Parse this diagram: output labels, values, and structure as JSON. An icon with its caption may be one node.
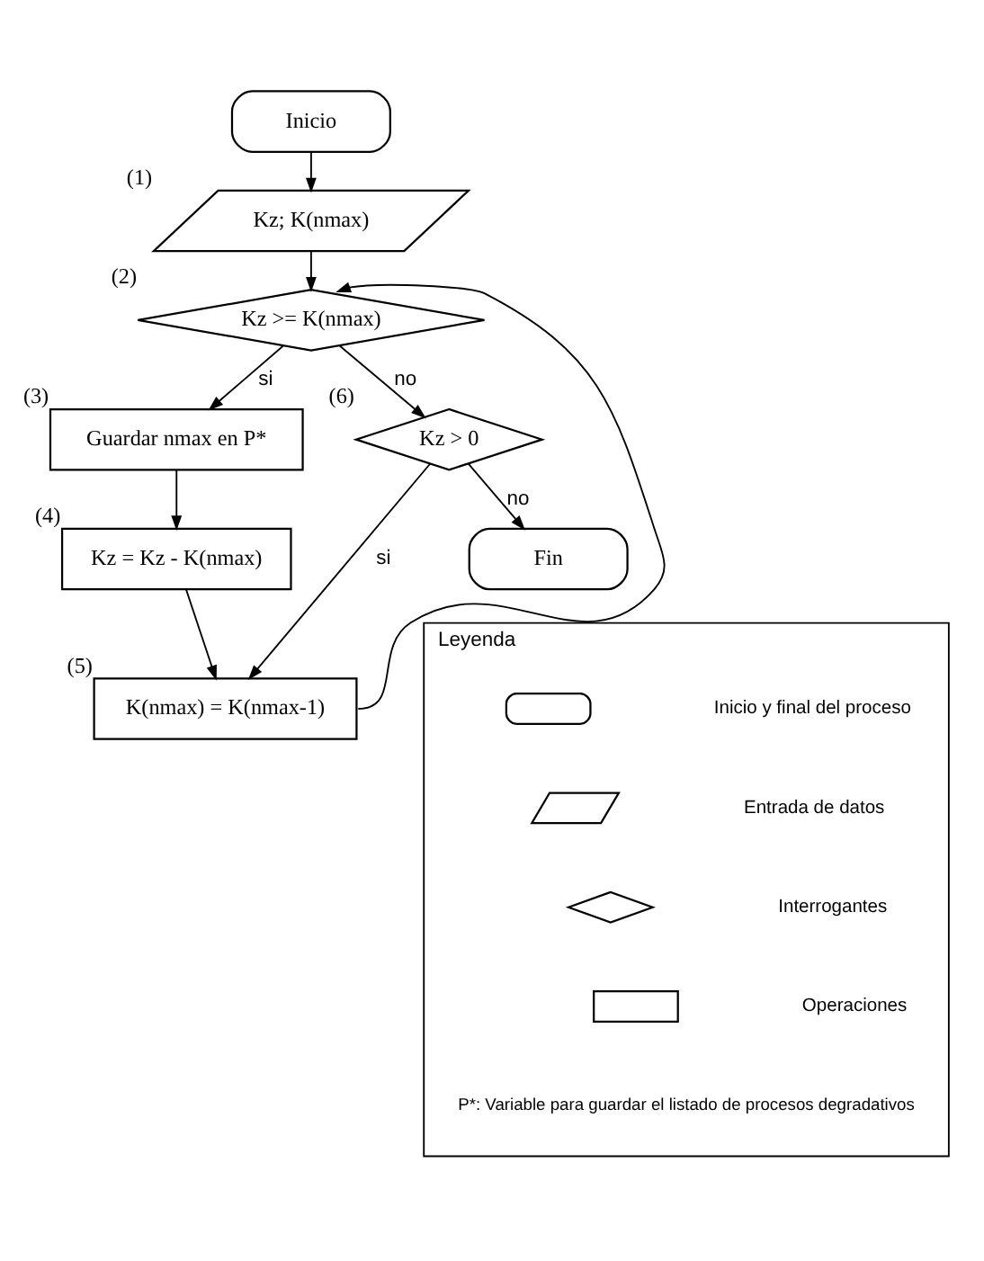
{
  "diagram": {
    "nodes": [
      {
        "text": [
          "Inicio"
        ]
      },
      {
        "text": [
          "Kz; K(nmax)"
        ],
        "beside": [
          "(1)"
        ]
      },
      {
        "text": [
          "Kz >= K(nmax)"
        ],
        "beside": [
          "(2)"
        ]
      },
      {
        "text": [
          "Kz > 0"
        ],
        "beside": [
          "(6)"
        ]
      },
      {
        "text": [
          "Guardar nmax en P*"
        ],
        "beside": [
          "(3)"
        ]
      },
      {
        "text": [
          "Kz = Kz - K(nmax)"
        ],
        "beside": [
          "(4)"
        ]
      },
      {
        "text": [
          "K(nmax) = K(nmax-1)"
        ],
        "beside": [
          "(5)"
        ]
      },
      {
        "text": [
          "Fin"
        ]
      },
      {
        "text": [
          "Leyenda"
        ]
      },
      {
        "text": [],
        "shape": "box",
        "in": 8
      },
      {
        "text": [],
        "shape": "parallelogram",
        "in": 8
      },
      {
        "text": [],
        "shape": "diamond",
        "in": 8
      },
      {
        "text": [],
        "shape": "box",
        "in": 8
      }
    ],
    "edges": [
      {
        "from": 0,
        "to": 1,
        "arrow": "to"
      },
      {
        "from": 1,
        "to": 2,
        "arrow": "to"
      },
      {
        "from": 2,
        "to": 3,
        "label": "no",
        "arrow": "to"
      },
      {
        "from": 2,
        "to": 4,
        "label": "si",
        "arrow": "to"
      },
      {
        "from": 4,
        "to": 5,
        "arrow": "to"
      },
      {
        "from": 5,
        "to": 6,
        "arrow": "to"
      },
      {
        "from": 6,
        "to": 2,
        "arrow": "to"
      },
      {
        "from": 3,
        "to": 6,
        "label": "si",
        "arrow": "to"
      },
      {
        "from": 3,
        "to": 7,
        "label": "no",
        "arrow": "to"
      }
    ],
    "labels": [
      "P*: Variable para guardar el listado de procesos degradativos"
    ],
    "legend": [
      {
        "text": "Inicio y final del proceso"
      },
      {
        "text": "Entrada de datos"
      },
      {
        "text": "Interrogantes"
      },
      {
        "text": "Operaciones"
      }
    ]
  }
}
